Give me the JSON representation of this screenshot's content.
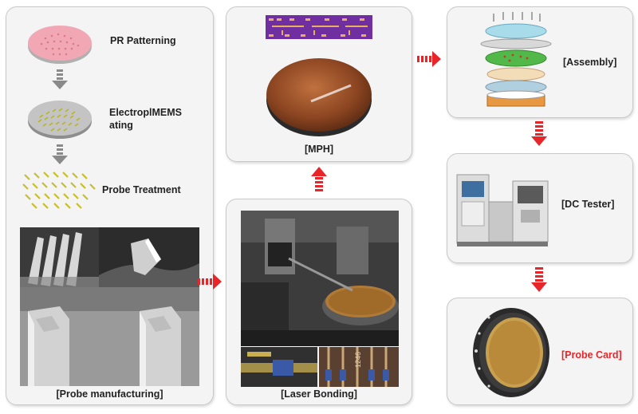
{
  "probe_panel": {
    "step1": "PR Patterning",
    "step2_line1": "ElectroplMEMS",
    "step2_line2": "ating",
    "step3": "Probe Treatment",
    "caption": "[Probe manufacturing]"
  },
  "mph_panel": {
    "caption": "[MPH]"
  },
  "laser_panel": {
    "caption": "[Laser Bonding]",
    "photo_text": "1246"
  },
  "assembly_panel": {
    "caption": "[Assembly]"
  },
  "dc_panel": {
    "caption": "[DC Tester]"
  },
  "probecard_panel": {
    "caption": "[Probe Card]"
  },
  "colors": {
    "arrow": "#e8262a",
    "highlight_text": "#e8262a",
    "panel_bg": "#f4f4f4"
  }
}
